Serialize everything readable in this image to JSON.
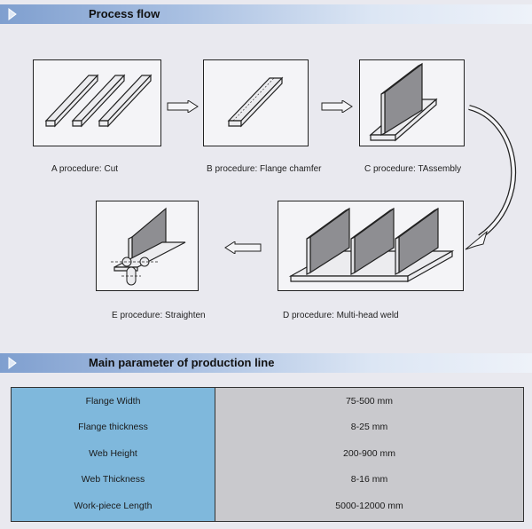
{
  "sections": {
    "process_flow": "Process flow",
    "main_parameter": "Main parameter of production line"
  },
  "procedures": [
    {
      "label": "A procedure: Cut"
    },
    {
      "label": "B procedure: Flange chamfer"
    },
    {
      "label": "C procedure: TAssembly"
    },
    {
      "label": "D procedure: Multi-head weld"
    },
    {
      "label": "E procedure: Straighten"
    }
  ],
  "parameters": [
    {
      "name": "Flange Width",
      "value": "75-500 mm"
    },
    {
      "name": "Flange thickness",
      "value": "8-25 mm"
    },
    {
      "name": "Web Height",
      "value": "200-900 mm"
    },
    {
      "name": "Web Thickness",
      "value": "8-16 mm"
    },
    {
      "name": "Work-piece Length",
      "value": "5000-12000 mm"
    }
  ],
  "colors": {
    "banner": "#8faad6",
    "table_left": "#7fb8dc",
    "table_right": "#c9c9cd"
  }
}
